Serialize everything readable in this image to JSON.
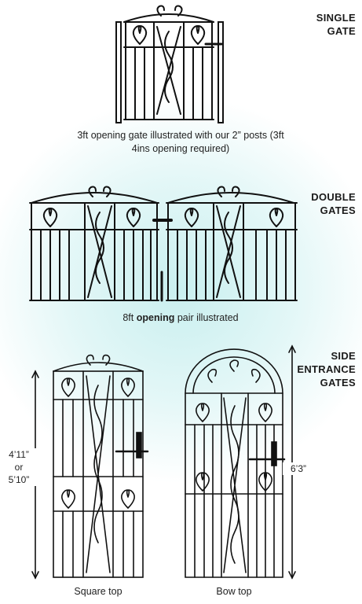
{
  "sections": {
    "single": {
      "heading_line1": "SINGLE",
      "heading_line2": "GATE",
      "caption_line1": "3ft opening gate illustrated with our 2” posts (3ft",
      "caption_line2": "4ins opening required)"
    },
    "double": {
      "heading_line1": "DOUBLE",
      "heading_line2": "GATES",
      "caption_prefix": "8ft ",
      "caption_bold": "opening",
      "caption_suffix": " pair illustrated"
    },
    "side": {
      "heading_line1": "SIDE",
      "heading_line2": "ENTRANCE",
      "heading_line3": "GATES",
      "square_dim_line1": "4’11”",
      "square_dim_line2": "or",
      "square_dim_line3": "5’10”",
      "bow_dim": "6’3”",
      "square_label": "Square top",
      "bow_label": "Bow top"
    }
  },
  "colors": {
    "ironwork": "#111111",
    "glow": "#c9efef"
  }
}
